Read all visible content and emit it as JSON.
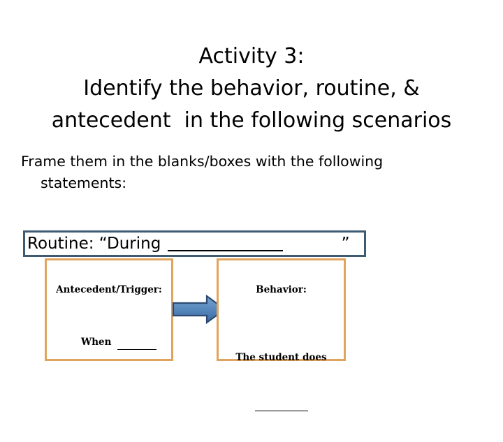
{
  "slide": {
    "background_color": "#ffffff",
    "title_lines": [
      "Activity 3:",
      "Identify the behavior, routine, &",
      "antecedent  in the following scenarios"
    ],
    "subtitle_lines": [
      "Frame them in the blanks/boxes with the following",
      "statements:"
    ]
  },
  "routine": {
    "border_color": "#3f5b74",
    "label": "Routine: “During ",
    "blank": "________",
    "close_quote": "”"
  },
  "boxes": {
    "border_color": "#e0a45f",
    "antecedent": {
      "heading": "Antecedent/Trigger:",
      "body_prefix": "When ",
      "body_blank": "_______"
    },
    "behavior": {
      "heading": "Behavior:",
      "body_line1": "The student does",
      "body_line2": "__________"
    }
  },
  "arrow": {
    "icon": "right-block-arrow-icon",
    "fill_top": "#6f9bc8",
    "fill_bottom": "#3f6fa8",
    "stroke": "#2c4a70"
  }
}
